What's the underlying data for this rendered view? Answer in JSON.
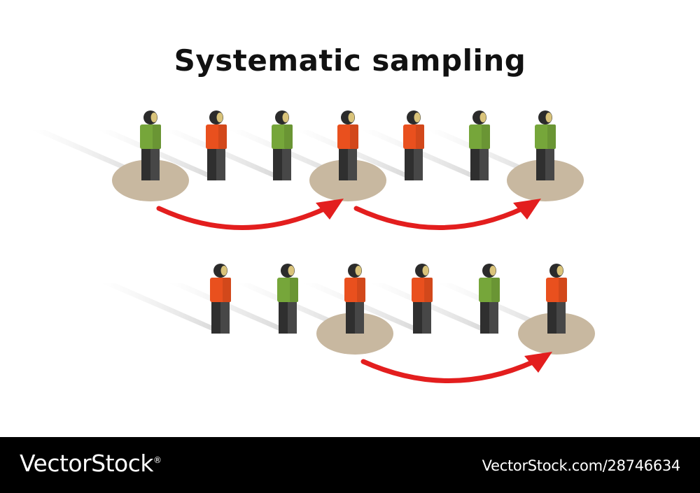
{
  "title": "Systematic sampling",
  "colors": {
    "green": "#76a63a",
    "orange": "#e9501e",
    "arrow": "#e31e1e",
    "ellipse": "#c8b8a0"
  },
  "rows": [
    {
      "people": [
        "green",
        "orange",
        "green",
        "orange",
        "orange",
        "green",
        "green"
      ],
      "selected": [
        1,
        4,
        7
      ]
    },
    {
      "people": [
        "orange",
        "green",
        "orange",
        "orange",
        "green",
        "orange"
      ],
      "selected": [
        3,
        6
      ]
    }
  ],
  "footer": {
    "logo": "VectorStock",
    "logo_reg": "®",
    "id": "VectorStock.com/28746634"
  }
}
